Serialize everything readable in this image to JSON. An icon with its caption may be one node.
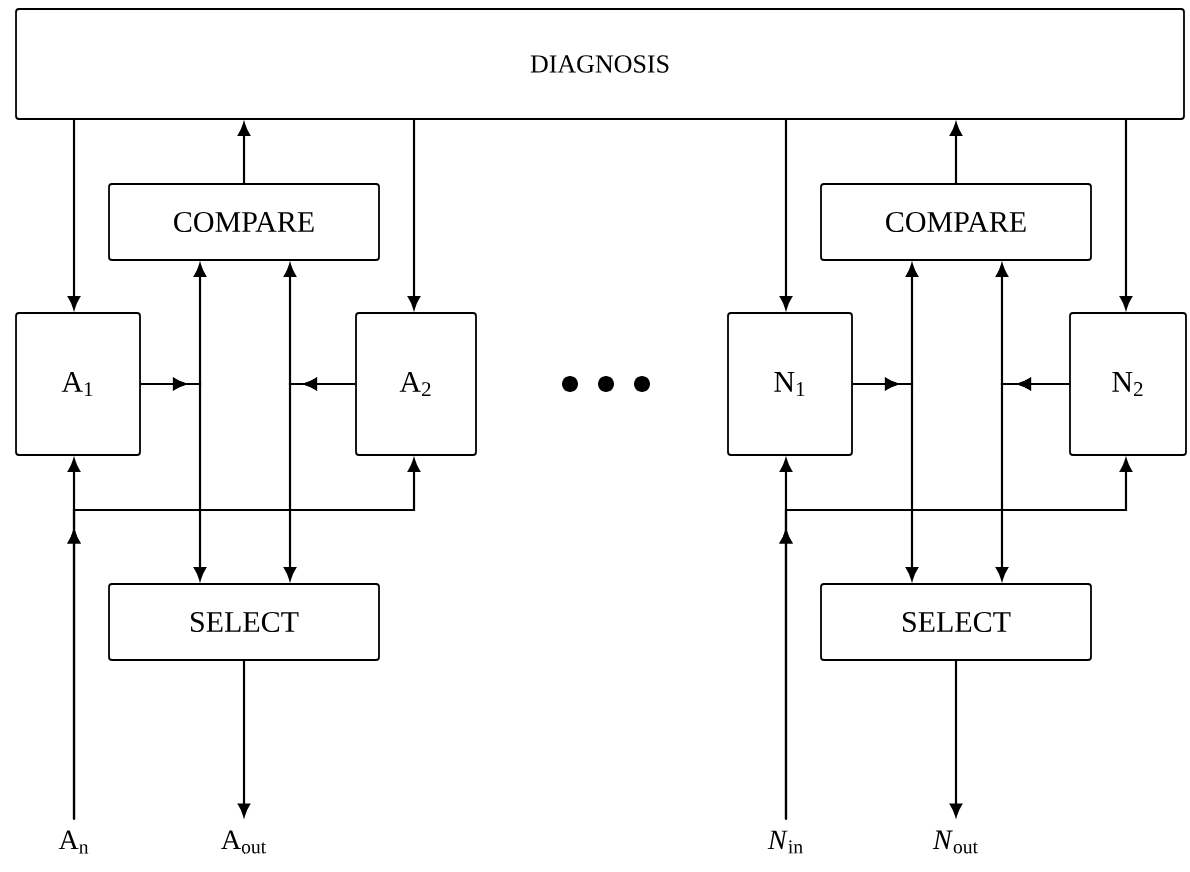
{
  "diagram": {
    "nodes": [
      {
        "text": [
          "DIAGNOSIS"
        ]
      },
      {
        "text": [
          "COMPARE"
        ]
      },
      {
        "text": [
          "A$_{1}$"
        ]
      },
      {
        "text": [
          "A$_{2}$"
        ]
      },
      {
        "text": [
          "SELECT"
        ]
      },
      {
        "text": [
          "COMPARE"
        ]
      },
      {
        "text": [
          "N$_{1}$"
        ]
      },
      {
        "text": [
          "N$_{2}$"
        ]
      },
      {
        "text": [
          "SELECT"
        ]
      },
      {
        "text": [
          "A$_{n}$"
        ]
      },
      {
        "text": [
          "A$_{out}$"
        ]
      },
      {
        "text": [
          "*N*$_{in}$"
        ]
      },
      {
        "text": [
          "*N*$_{out}$"
        ]
      }
    ],
    "edges": [
      {
        "from": 0,
        "to": 2,
        "arrow": "to"
      },
      {
        "from": 1,
        "to": 0,
        "arrow": "to"
      },
      {
        "from": 0,
        "to": 3,
        "arrow": "to"
      },
      {
        "from": 2,
        "to": 1,
        "arrow": "to"
      },
      {
        "from": 2,
        "to": 4,
        "arrow": "to"
      },
      {
        "from": 3,
        "to": 1,
        "arrow": "to"
      },
      {
        "from": 3,
        "to": 4,
        "arrow": "to"
      },
      {
        "from": 9,
        "to": 2,
        "arrow": "to"
      },
      {
        "from": 9,
        "to": 3,
        "arrow": "to"
      },
      {
        "from": 4,
        "to": 10,
        "arrow": "to"
      },
      {
        "from": 0,
        "to": 6,
        "arrow": "to"
      },
      {
        "from": 5,
        "to": 0,
        "arrow": "to"
      },
      {
        "from": 0,
        "to": 7,
        "arrow": "to"
      },
      {
        "from": 6,
        "to": 5,
        "arrow": "to"
      },
      {
        "from": 6,
        "to": 8,
        "arrow": "to"
      },
      {
        "from": 7,
        "to": 5,
        "arrow": "to"
      },
      {
        "from": 7,
        "to": 8,
        "arrow": "to"
      },
      {
        "from": 11,
        "to": 6,
        "arrow": "to"
      },
      {
        "from": 11,
        "to": 7,
        "arrow": "to"
      },
      {
        "from": 8,
        "to": 12,
        "arrow": "to"
      }
    ]
  }
}
